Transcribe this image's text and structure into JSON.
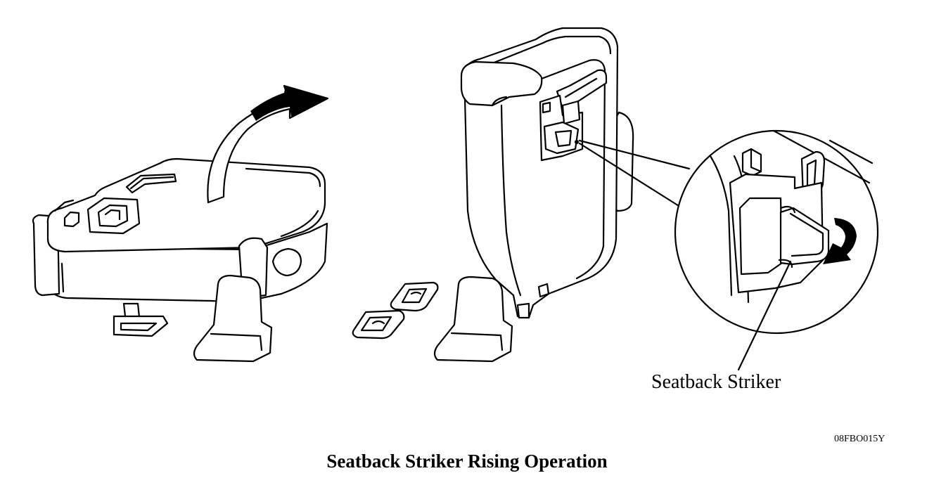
{
  "diagram": {
    "callout_label": "Seatback Striker",
    "figure_code": "08FBO015Y",
    "caption": "Seatback Striker Rising Operation"
  },
  "icons": [
    "folded-seat",
    "curved-arrow",
    "upright-seat",
    "floor-anchor",
    "striker-detail",
    "rotation-arrow"
  ]
}
